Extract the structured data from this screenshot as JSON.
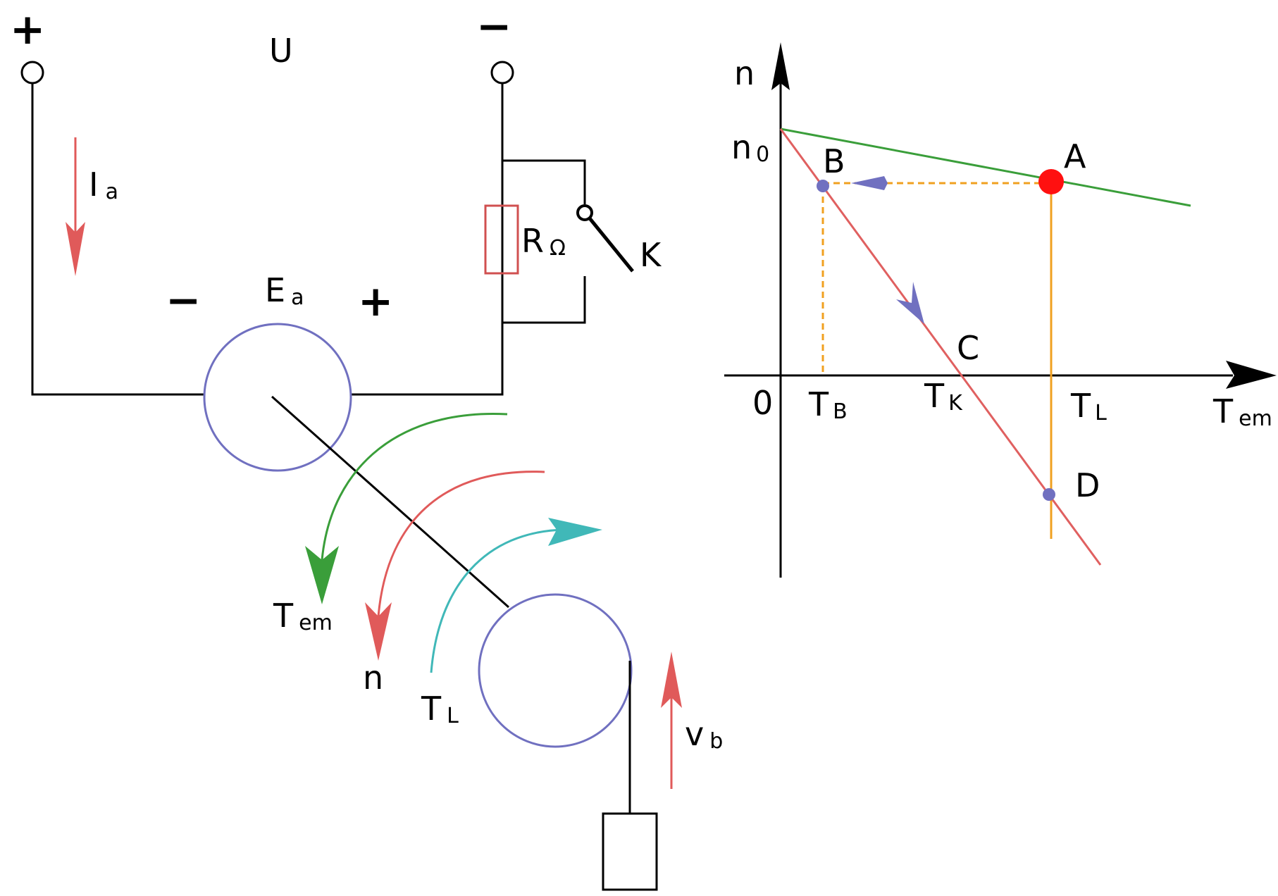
{
  "circuit": {
    "terminal_plus": "+",
    "terminal_minus": "−",
    "voltage_label": "U",
    "current_label": {
      "main": "I",
      "sub": "a"
    },
    "emf_label": {
      "main": "E",
      "sub": "a"
    },
    "emf_minus": "−",
    "emf_plus": "+",
    "resistor_label": {
      "main": "R",
      "sub": "Ω"
    },
    "switch_label": "K"
  },
  "mechanics": {
    "torque_em_label": {
      "main": "T",
      "sub": "em"
    },
    "speed_label": "n",
    "torque_load_label": {
      "main": "T",
      "sub": "L"
    },
    "velocity_label": {
      "main": "v",
      "sub": "b"
    }
  },
  "graph": {
    "y_axis_label": "n",
    "x_axis_label": {
      "main": "T",
      "sub": "em"
    },
    "origin_label": "0",
    "n0_label": {
      "main": "n",
      "sub": "0"
    },
    "points": {
      "A": "A",
      "B": "B",
      "C": "C",
      "D": "D"
    },
    "tick_TB": {
      "main": "T",
      "sub": "B"
    },
    "tick_TK": {
      "main": "T",
      "sub": "K"
    },
    "tick_TL": {
      "main": "T",
      "sub": "L"
    }
  },
  "colors": {
    "wire": "#000000",
    "machine": "#7070c0",
    "resistor": "#d05050",
    "current_arrow": "#e05a5a",
    "torque_arrow": "#3a9e3a",
    "speed_arrow": "#e05a5a",
    "load_arrow": "#40b8b8",
    "natural_line": "#3a9e3a",
    "brake_line": "#e06060",
    "guide_line": "#f0a020",
    "point_A": "#ff1010",
    "point_marker": "#7070c0"
  }
}
